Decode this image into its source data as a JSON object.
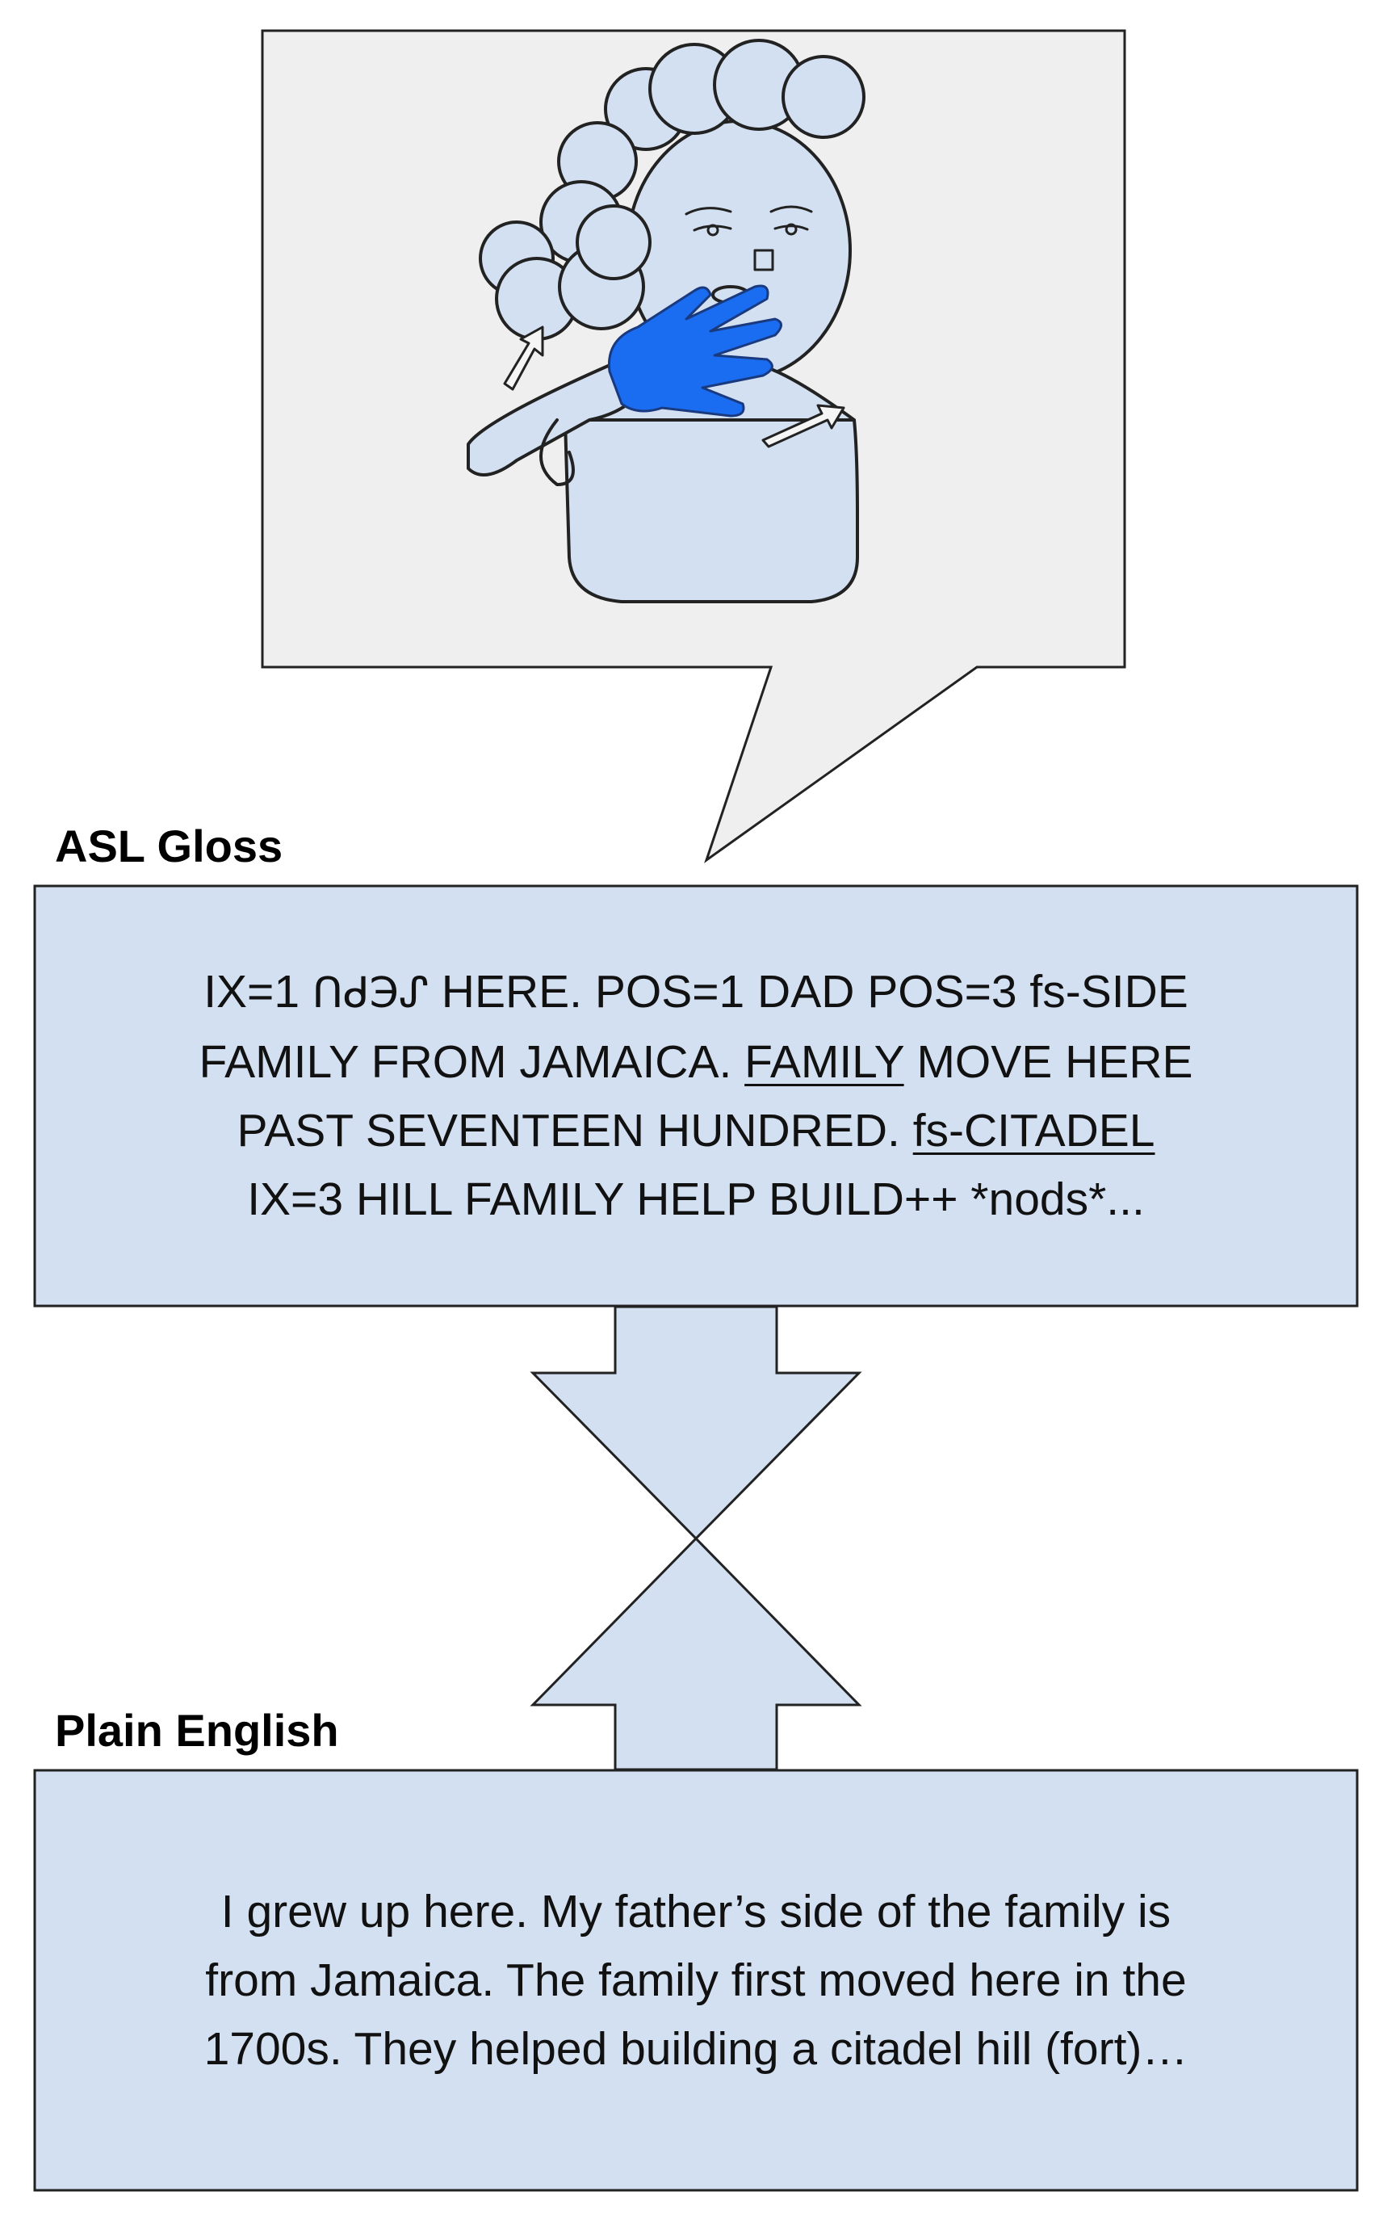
{
  "colors": {
    "bubble_fill": "#efefef",
    "box_fill": "#d3e0f1",
    "figure_fill": "#d3e0f1",
    "hand_fill": "#1a6cf0",
    "stroke": "#222222"
  },
  "illustration": {
    "description_icon": "signing-person-icon"
  },
  "asl_gloss": {
    "label": "ASL Gloss",
    "lines": [
      [
        {
          "text": "IX=1 ",
          "underline": false
        },
        {
          "text": "ᑎᑯЭᔑ",
          "underline": false,
          "symbol": true
        },
        {
          "text": " HERE. POS=1 DAD POS=3 fs-SIDE",
          "underline": false
        }
      ],
      [
        {
          "text": "FAMILY FROM JAMAICA. ",
          "underline": false
        },
        {
          "text": "FAMILY",
          "underline": true
        },
        {
          "text": " MOVE HERE",
          "underline": false
        }
      ],
      [
        {
          "text": "PAST SEVENTEEN HUNDRED. ",
          "underline": false
        },
        {
          "text": "fs-CITADEL",
          "underline": true
        }
      ],
      [
        {
          "text": "IX=3 HILL FAMILY HELP BUILD++ *nods*...",
          "underline": false
        }
      ]
    ]
  },
  "plain_english": {
    "label": "Plain English",
    "lines": [
      "I grew up here. My father’s side of the family is",
      "from Jamaica. The family first moved here in the",
      "1700s. They helped building a citadel hill (fort)…"
    ]
  }
}
